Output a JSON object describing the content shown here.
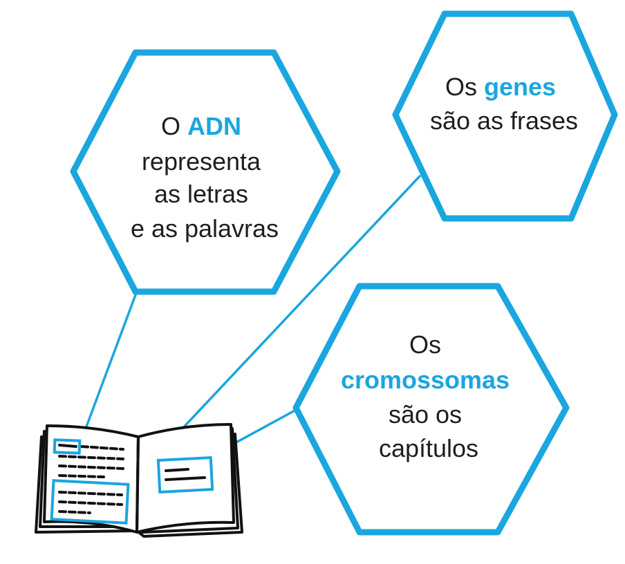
{
  "accent_color": "#1aa6df",
  "text_color": "#1e1e1e",
  "hexagons": {
    "dna": {
      "line1_prefix": "O ",
      "line1_accent": "ADN",
      "line2": "representa",
      "line3": "as letras",
      "line4": "e as palavras"
    },
    "genes": {
      "line1_prefix": "Os ",
      "line1_accent": "genes",
      "line2": "são as frases"
    },
    "chromosomes": {
      "line1": "Os",
      "line2_accent": "cromossomas",
      "line3": "são os",
      "line4": "capítulos"
    }
  },
  "book": {
    "icon": "open-book-icon"
  }
}
